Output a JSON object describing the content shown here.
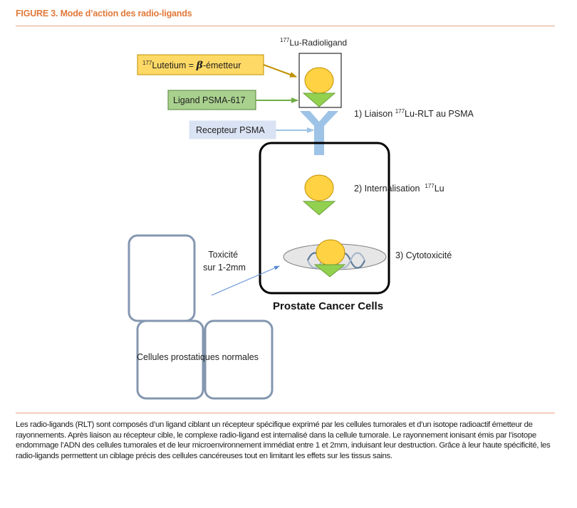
{
  "figure": {
    "title": "FIGURE 3. Mode d’action des radio-ligands",
    "caption": "Les radio-ligands (RLT) sont composés d’un ligand ciblant un récepteur spécifique exprimé par les cellules tumorales et d’un isotope radioactif émetteur de rayonnements. Après liaison au récepteur cible, le complexe radio-ligand est internalisé dans la cellule tumorale. Le rayonnement ionisant émis par l’isotope endommage l’ADN des cellules tumorales et de leur microenvironnement immédiat entre 1 et 2mm, induisant leur destruction. Grâce à leur haute spécificité, les radio-ligands permettent un ciblage précis des cellules cancéreuses tout en limitant les effets sur les tissus sains."
  },
  "diagram": {
    "radioligand_label": {
      "sup": "177",
      "text": "Lu-Radioligand"
    },
    "lutetium_box": {
      "sup": "177",
      "text_a": "Lutetium = ",
      "beta": "β",
      "text_b": "-émetteur"
    },
    "ligand_box": "Ligand PSMA-617",
    "receptor_box": "Recepteur PSMA",
    "steps": {
      "binding": {
        "prefix": "1) Liaison ",
        "sup": "177",
        "suffix": "Lu-RLT au PSMA"
      },
      "internalisation": {
        "prefix": "2) Internalisation  ",
        "sup": "177",
        "suffix": "Lu"
      },
      "cytotoxicity": "3) Cytotoxicité"
    },
    "toxicity": {
      "line1": "Toxicité",
      "line2": "sur 1-2mm"
    },
    "cancer_cells_label": "Prostate Cancer Cells",
    "normal_cells_label": "Cellules prostatiques normales"
  },
  "colors": {
    "title_orange": "#e1793a",
    "lutetium_fill": "#ffd966",
    "lutetium_stroke": "#bf9000",
    "ligand_fill": "#a9d18e",
    "ligand_stroke": "#548235",
    "receptor_fill": "#dae3f3",
    "receptor_blue": "#9dc3e6",
    "atom_fill": "#ffd243",
    "atom_stroke": "#c09000",
    "triangle_fill": "#92d050",
    "normal_cell_stroke": "#8497b0",
    "arrow_blue": "#5b8bd6"
  }
}
